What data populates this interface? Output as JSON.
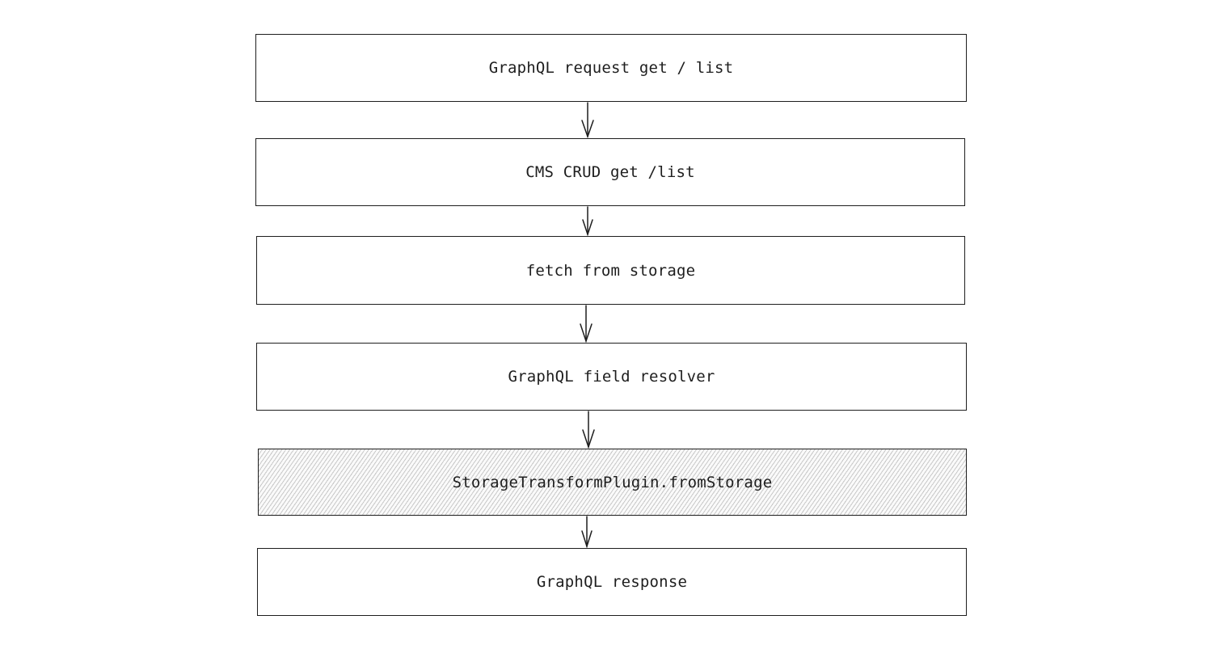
{
  "flow": {
    "steps": [
      {
        "label": "GraphQL request get / list",
        "highlighted": false
      },
      {
        "label": "CMS CRUD get /list",
        "highlighted": false
      },
      {
        "label": "fetch from storage",
        "highlighted": false
      },
      {
        "label": "GraphQL field resolver",
        "highlighted": false
      },
      {
        "label": "StorageTransformPlugin.fromStorage",
        "highlighted": true
      },
      {
        "label": "GraphQL response",
        "highlighted": false
      }
    ]
  },
  "colors": {
    "stroke": "#1e1e1e",
    "hatch": "#c8c8c8",
    "background": "#ffffff"
  }
}
